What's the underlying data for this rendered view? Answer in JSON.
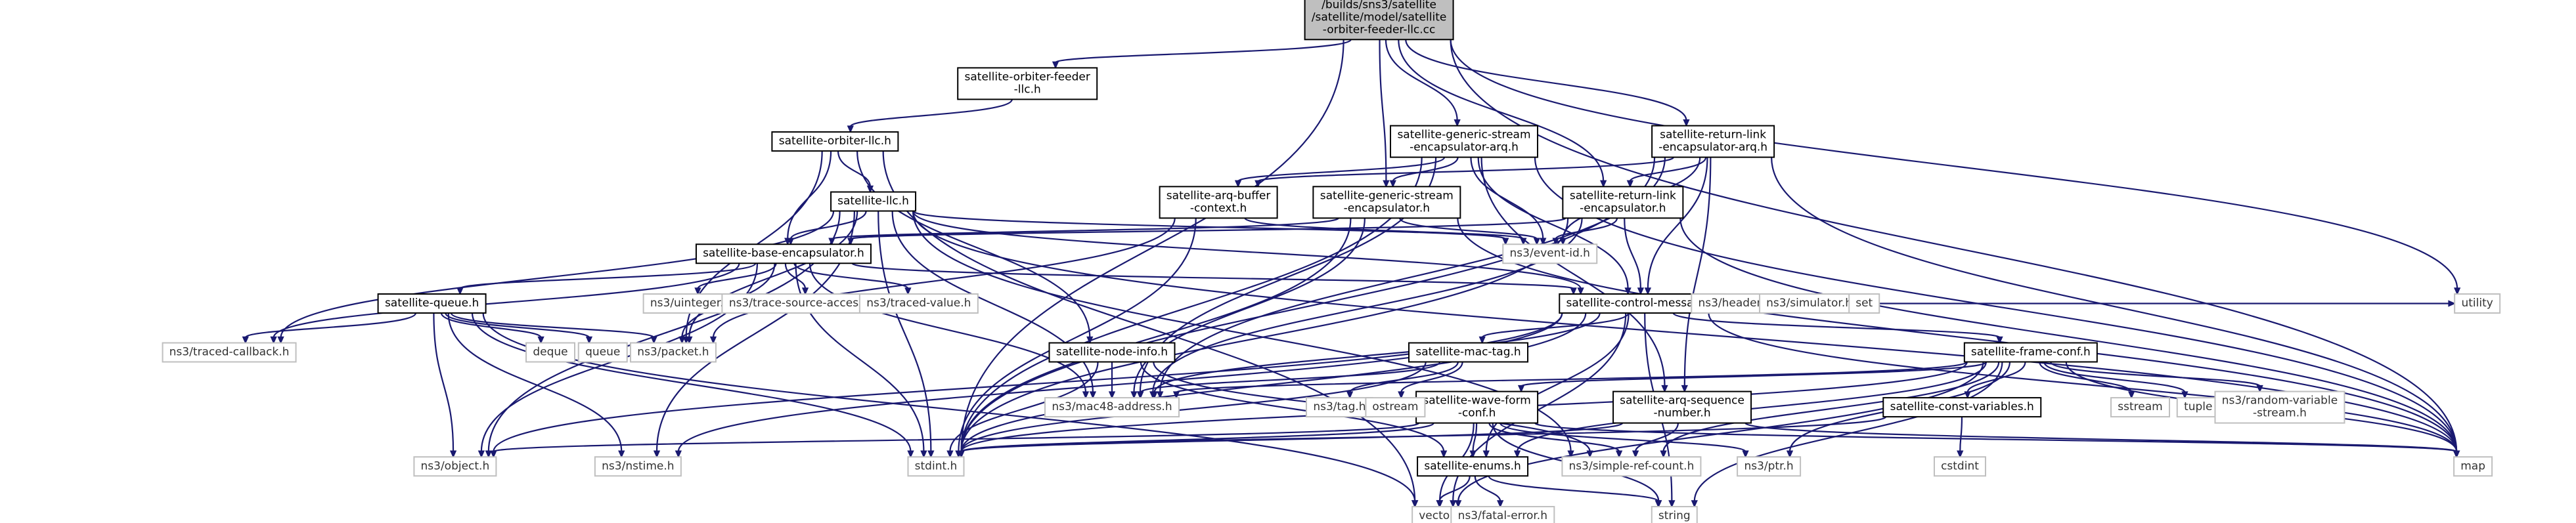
{
  "graph": {
    "nodes": [
      {
        "id": "root",
        "lines": [
          "/builds/sns3/satellite",
          "/satellite/model/satellite",
          "-orbiter-feeder-llc.cc"
        ],
        "style": "root"
      },
      {
        "id": "orbfeeder_h",
        "lines": [
          "satellite-orbiter-feeder",
          "-llc.h"
        ],
        "style": "lined"
      },
      {
        "id": "orbllc_h",
        "lines": [
          "satellite-orbiter-llc.h"
        ],
        "style": "lined"
      },
      {
        "id": "llc_h",
        "lines": [
          "satellite-llc.h"
        ],
        "style": "lined"
      },
      {
        "id": "base_encap",
        "lines": [
          "satellite-base-encapsulator.h"
        ],
        "style": "lined"
      },
      {
        "id": "queue_h",
        "lines": [
          "satellite-queue.h"
        ],
        "style": "lined"
      },
      {
        "id": "gsa_h",
        "lines": [
          "satellite-generic-stream",
          "-encapsulator-arq.h"
        ],
        "style": "lined"
      },
      {
        "id": "arqbuf_h",
        "lines": [
          "satellite-arq-buffer",
          "-context.h"
        ],
        "style": "lined"
      },
      {
        "id": "gse_h",
        "lines": [
          "satellite-generic-stream",
          "-encapsulator.h"
        ],
        "style": "lined"
      },
      {
        "id": "rla_h",
        "lines": [
          "satellite-return-link",
          "-encapsulator-arq.h"
        ],
        "style": "lined"
      },
      {
        "id": "rle_h",
        "lines": [
          "satellite-return-link",
          "-encapsulator.h"
        ],
        "style": "lined"
      },
      {
        "id": "ctrl_h",
        "lines": [
          "satellite-control-message.h"
        ],
        "style": "lined"
      },
      {
        "id": "nodeinfo_h",
        "lines": [
          "satellite-node-info.h"
        ],
        "style": "lined"
      },
      {
        "id": "mactag_h",
        "lines": [
          "satellite-mac-tag.h"
        ],
        "style": "lined"
      },
      {
        "id": "frameconf_h",
        "lines": [
          "satellite-frame-conf.h"
        ],
        "style": "lined"
      },
      {
        "id": "waveform_h",
        "lines": [
          "satellite-wave-form",
          "-conf.h"
        ],
        "style": "lined"
      },
      {
        "id": "arqseq_h",
        "lines": [
          "satellite-arq-sequence",
          "-number.h"
        ],
        "style": "lined"
      },
      {
        "id": "constvar_h",
        "lines": [
          "satellite-const-variables.h"
        ],
        "style": "lined"
      },
      {
        "id": "enums_h",
        "lines": [
          "satellite-enums.h"
        ],
        "style": "lined"
      },
      {
        "id": "eventid",
        "lines": [
          "ns3/event-id.h"
        ],
        "style": "plain"
      },
      {
        "id": "uinteger",
        "lines": [
          "ns3/uinteger.h"
        ],
        "style": "plain"
      },
      {
        "id": "tsa",
        "lines": [
          "ns3/trace-source-accessor.h"
        ],
        "style": "plain"
      },
      {
        "id": "tvalue",
        "lines": [
          "ns3/traced-value.h"
        ],
        "style": "plain"
      },
      {
        "id": "tcallback",
        "lines": [
          "ns3/traced-callback.h"
        ],
        "style": "plain"
      },
      {
        "id": "deque",
        "lines": [
          "deque"
        ],
        "style": "plain"
      },
      {
        "id": "queue",
        "lines": [
          "queue"
        ],
        "style": "plain"
      },
      {
        "id": "packet",
        "lines": [
          "ns3/packet.h"
        ],
        "style": "plain"
      },
      {
        "id": "header",
        "lines": [
          "ns3/header.h"
        ],
        "style": "plain"
      },
      {
        "id": "simulator",
        "lines": [
          "ns3/simulator.h"
        ],
        "style": "plain"
      },
      {
        "id": "set",
        "lines": [
          "set"
        ],
        "style": "plain"
      },
      {
        "id": "utility",
        "lines": [
          "utility"
        ],
        "style": "plain"
      },
      {
        "id": "mac48",
        "lines": [
          "ns3/mac48-address.h"
        ],
        "style": "plain"
      },
      {
        "id": "tag",
        "lines": [
          "ns3/tag.h"
        ],
        "style": "plain"
      },
      {
        "id": "ostream",
        "lines": [
          "ostream"
        ],
        "style": "plain"
      },
      {
        "id": "sstream",
        "lines": [
          "sstream"
        ],
        "style": "plain"
      },
      {
        "id": "tuple",
        "lines": [
          "tuple"
        ],
        "style": "plain"
      },
      {
        "id": "randvar",
        "lines": [
          "ns3/random-variable",
          "-stream.h"
        ],
        "style": "plain"
      },
      {
        "id": "cstdint",
        "lines": [
          "cstdint"
        ],
        "style": "plain"
      },
      {
        "id": "object",
        "lines": [
          "ns3/object.h"
        ],
        "style": "plain"
      },
      {
        "id": "nstime",
        "lines": [
          "ns3/nstime.h"
        ],
        "style": "plain"
      },
      {
        "id": "stdint",
        "lines": [
          "stdint.h"
        ],
        "style": "plain"
      },
      {
        "id": "src",
        "lines": [
          "ns3/simple-ref-count.h"
        ],
        "style": "plain"
      },
      {
        "id": "ptr",
        "lines": [
          "ns3/ptr.h"
        ],
        "style": "plain"
      },
      {
        "id": "map",
        "lines": [
          "map"
        ],
        "style": "plain"
      },
      {
        "id": "vector",
        "lines": [
          "vector"
        ],
        "style": "plain"
      },
      {
        "id": "fatal",
        "lines": [
          "ns3/fatal-error.h"
        ],
        "style": "plain"
      },
      {
        "id": "string",
        "lines": [
          "string"
        ],
        "style": "plain"
      }
    ],
    "edges": [
      [
        "root",
        "orbfeeder_h"
      ],
      [
        "root",
        "gsa_h"
      ],
      [
        "root",
        "gse_h"
      ],
      [
        "root",
        "rla_h"
      ],
      [
        "root",
        "rle_h"
      ],
      [
        "root",
        "stdint"
      ],
      [
        "root",
        "utility"
      ],
      [
        "root",
        "map"
      ],
      [
        "orbfeeder_h",
        "orbllc_h"
      ],
      [
        "orbllc_h",
        "llc_h"
      ],
      [
        "orbllc_h",
        "base_encap"
      ],
      [
        "orbllc_h",
        "nodeinfo_h"
      ],
      [
        "orbllc_h",
        "packet"
      ],
      [
        "orbllc_h",
        "vector"
      ],
      [
        "llc_h",
        "base_encap"
      ],
      [
        "llc_h",
        "eventid"
      ],
      [
        "llc_h",
        "tcallback"
      ],
      [
        "llc_h",
        "object"
      ],
      [
        "llc_h",
        "stdint"
      ],
      [
        "llc_h",
        "mac48"
      ],
      [
        "llc_h",
        "src"
      ],
      [
        "llc_h",
        "map"
      ],
      [
        "llc_h",
        "ctrl_h"
      ],
      [
        "llc_h",
        "packet"
      ],
      [
        "llc_h",
        "nstime"
      ],
      [
        "base_encap",
        "queue_h"
      ],
      [
        "base_encap",
        "uinteger"
      ],
      [
        "base_encap",
        "tsa"
      ],
      [
        "base_encap",
        "tvalue"
      ],
      [
        "base_encap",
        "packet"
      ],
      [
        "base_encap",
        "tcallback"
      ],
      [
        "base_encap",
        "object"
      ],
      [
        "base_encap",
        "mac48"
      ],
      [
        "base_encap",
        "ctrl_h"
      ],
      [
        "base_encap",
        "stdint"
      ],
      [
        "queue_h",
        "tcallback"
      ],
      [
        "queue_h",
        "deque"
      ],
      [
        "queue_h",
        "queue"
      ],
      [
        "queue_h",
        "packet"
      ],
      [
        "queue_h",
        "object"
      ],
      [
        "queue_h",
        "nstime"
      ],
      [
        "queue_h",
        "stdint"
      ],
      [
        "queue_h",
        "vector"
      ],
      [
        "gsa_h",
        "arqbuf_h"
      ],
      [
        "gsa_h",
        "gse_h"
      ],
      [
        "gsa_h",
        "eventid"
      ],
      [
        "gsa_h",
        "ctrl_h"
      ],
      [
        "gsa_h",
        "arqseq_h"
      ],
      [
        "gsa_h",
        "mac48"
      ],
      [
        "gsa_h",
        "stdint"
      ],
      [
        "gsa_h",
        "map"
      ],
      [
        "arqbuf_h",
        "eventid"
      ],
      [
        "arqbuf_h",
        "packet"
      ],
      [
        "arqbuf_h",
        "stdint"
      ],
      [
        "gse_h",
        "base_encap"
      ],
      [
        "gse_h",
        "eventid"
      ],
      [
        "gse_h",
        "mac48"
      ],
      [
        "gse_h",
        "stdint"
      ],
      [
        "gse_h",
        "map"
      ],
      [
        "rla_h",
        "arqbuf_h"
      ],
      [
        "rla_h",
        "rle_h"
      ],
      [
        "rla_h",
        "eventid"
      ],
      [
        "rla_h",
        "ctrl_h"
      ],
      [
        "rla_h",
        "arqseq_h"
      ],
      [
        "rla_h",
        "mac48"
      ],
      [
        "rla_h",
        "stdint"
      ],
      [
        "rla_h",
        "map"
      ],
      [
        "rle_h",
        "base_encap"
      ],
      [
        "rle_h",
        "eventid"
      ],
      [
        "rle_h",
        "ctrl_h"
      ],
      [
        "rle_h",
        "mac48"
      ],
      [
        "rle_h",
        "stdint"
      ],
      [
        "rle_h",
        "map"
      ],
      [
        "ctrl_h",
        "header"
      ],
      [
        "ctrl_h",
        "simulator"
      ],
      [
        "ctrl_h",
        "set"
      ],
      [
        "ctrl_h",
        "utility"
      ],
      [
        "ctrl_h",
        "mactag_h"
      ],
      [
        "ctrl_h",
        "frameconf_h"
      ],
      [
        "ctrl_h",
        "enums_h"
      ],
      [
        "ctrl_h",
        "mac48"
      ],
      [
        "ctrl_h",
        "object"
      ],
      [
        "ctrl_h",
        "stdint"
      ],
      [
        "ctrl_h",
        "map"
      ],
      [
        "ctrl_h",
        "vector"
      ],
      [
        "ctrl_h",
        "string"
      ],
      [
        "ctrl_h",
        "nstime"
      ],
      [
        "nodeinfo_h",
        "mac48"
      ],
      [
        "nodeinfo_h",
        "src"
      ],
      [
        "nodeinfo_h",
        "stdint"
      ],
      [
        "nodeinfo_h",
        "enums_h"
      ],
      [
        "mactag_h",
        "tag"
      ],
      [
        "mactag_h",
        "ostream"
      ],
      [
        "mactag_h",
        "mac48"
      ],
      [
        "mactag_h",
        "stdint"
      ],
      [
        "frameconf_h",
        "waveform_h"
      ],
      [
        "frameconf_h",
        "constvar_h"
      ],
      [
        "frameconf_h",
        "sstream"
      ],
      [
        "frameconf_h",
        "tuple"
      ],
      [
        "frameconf_h",
        "randvar"
      ],
      [
        "frameconf_h",
        "map"
      ],
      [
        "frameconf_h",
        "ptr"
      ],
      [
        "frameconf_h",
        "src"
      ],
      [
        "frameconf_h",
        "stdint"
      ],
      [
        "frameconf_h",
        "vector"
      ],
      [
        "frameconf_h",
        "string"
      ],
      [
        "frameconf_h",
        "mac48"
      ],
      [
        "frameconf_h",
        "enums_h"
      ],
      [
        "waveform_h",
        "enums_h"
      ],
      [
        "waveform_h",
        "object"
      ],
      [
        "waveform_h",
        "stdint"
      ],
      [
        "waveform_h",
        "src"
      ],
      [
        "waveform_h",
        "ptr"
      ],
      [
        "waveform_h",
        "vector"
      ],
      [
        "waveform_h",
        "map"
      ],
      [
        "waveform_h",
        "string"
      ],
      [
        "arqseq_h",
        "src"
      ],
      [
        "arqseq_h",
        "stdint"
      ],
      [
        "arqseq_h",
        "map"
      ],
      [
        "constvar_h",
        "cstdint"
      ],
      [
        "constvar_h",
        "stdint"
      ],
      [
        "enums_h",
        "fatal"
      ],
      [
        "enums_h",
        "vector"
      ],
      [
        "enums_h",
        "string"
      ]
    ]
  }
}
